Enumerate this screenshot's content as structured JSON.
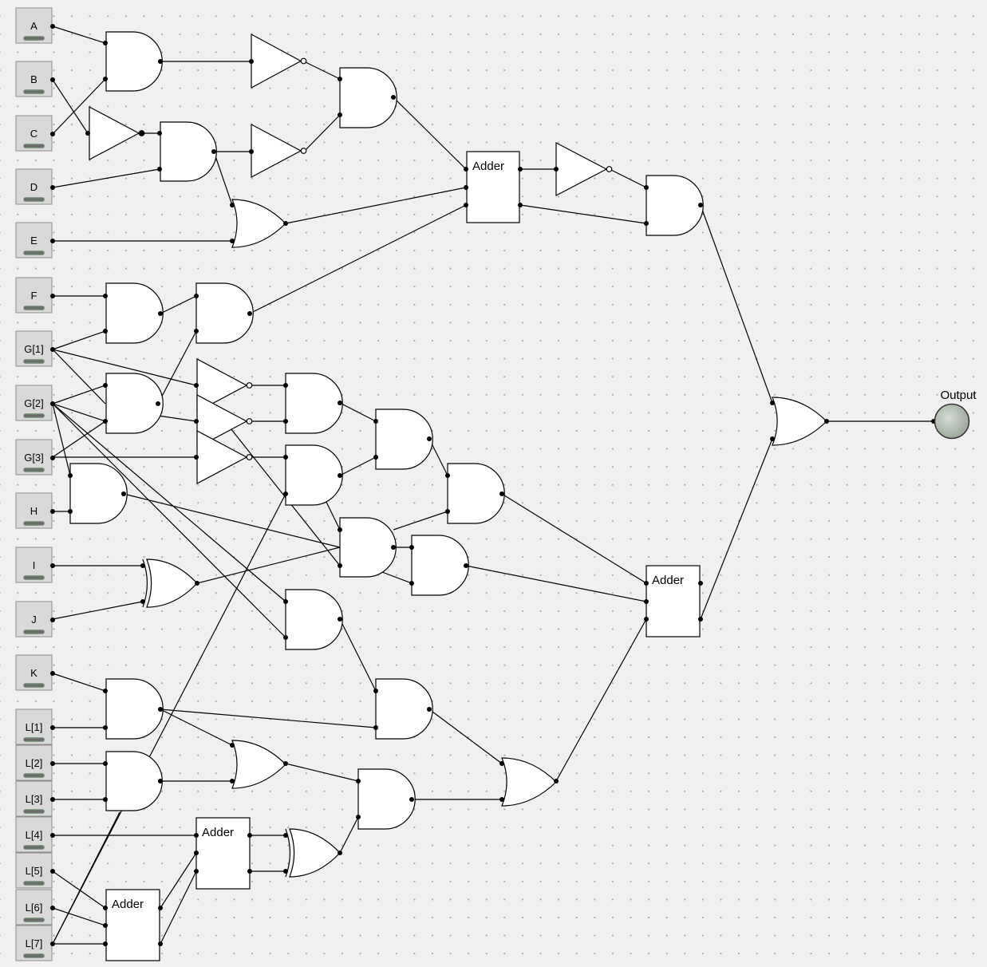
{
  "inputs": [
    {
      "id": "A",
      "label": "A"
    },
    {
      "id": "B",
      "label": "B"
    },
    {
      "id": "C",
      "label": "C"
    },
    {
      "id": "D",
      "label": "D"
    },
    {
      "id": "E",
      "label": "E"
    },
    {
      "id": "F",
      "label": "F"
    },
    {
      "id": "G1",
      "label": "G[1]"
    },
    {
      "id": "G2",
      "label": "G[2]"
    },
    {
      "id": "G3",
      "label": "G[3]"
    },
    {
      "id": "H",
      "label": "H"
    },
    {
      "id": "I",
      "label": "I"
    },
    {
      "id": "J",
      "label": "J"
    },
    {
      "id": "K",
      "label": "K"
    },
    {
      "id": "L1",
      "label": "L[1]"
    },
    {
      "id": "L2",
      "label": "L[2]"
    },
    {
      "id": "L3",
      "label": "L[3]"
    },
    {
      "id": "L4",
      "label": "L[4]"
    },
    {
      "id": "L5",
      "label": "L[5]"
    },
    {
      "id": "L6",
      "label": "L[6]"
    },
    {
      "id": "L7",
      "label": "L[7]"
    }
  ],
  "adders": [
    {
      "id": "adder1",
      "label": "Adder"
    },
    {
      "id": "adder2",
      "label": "Adder"
    },
    {
      "id": "adder3",
      "label": "Adder"
    },
    {
      "id": "adder4",
      "label": "Adder"
    }
  ],
  "output": {
    "label": "Output"
  },
  "colors": {
    "background": "#f0f0f0",
    "grid_dot": "#a8a8a8",
    "input_box": "#d9d9d9",
    "output_led": "#b5bfb5"
  }
}
